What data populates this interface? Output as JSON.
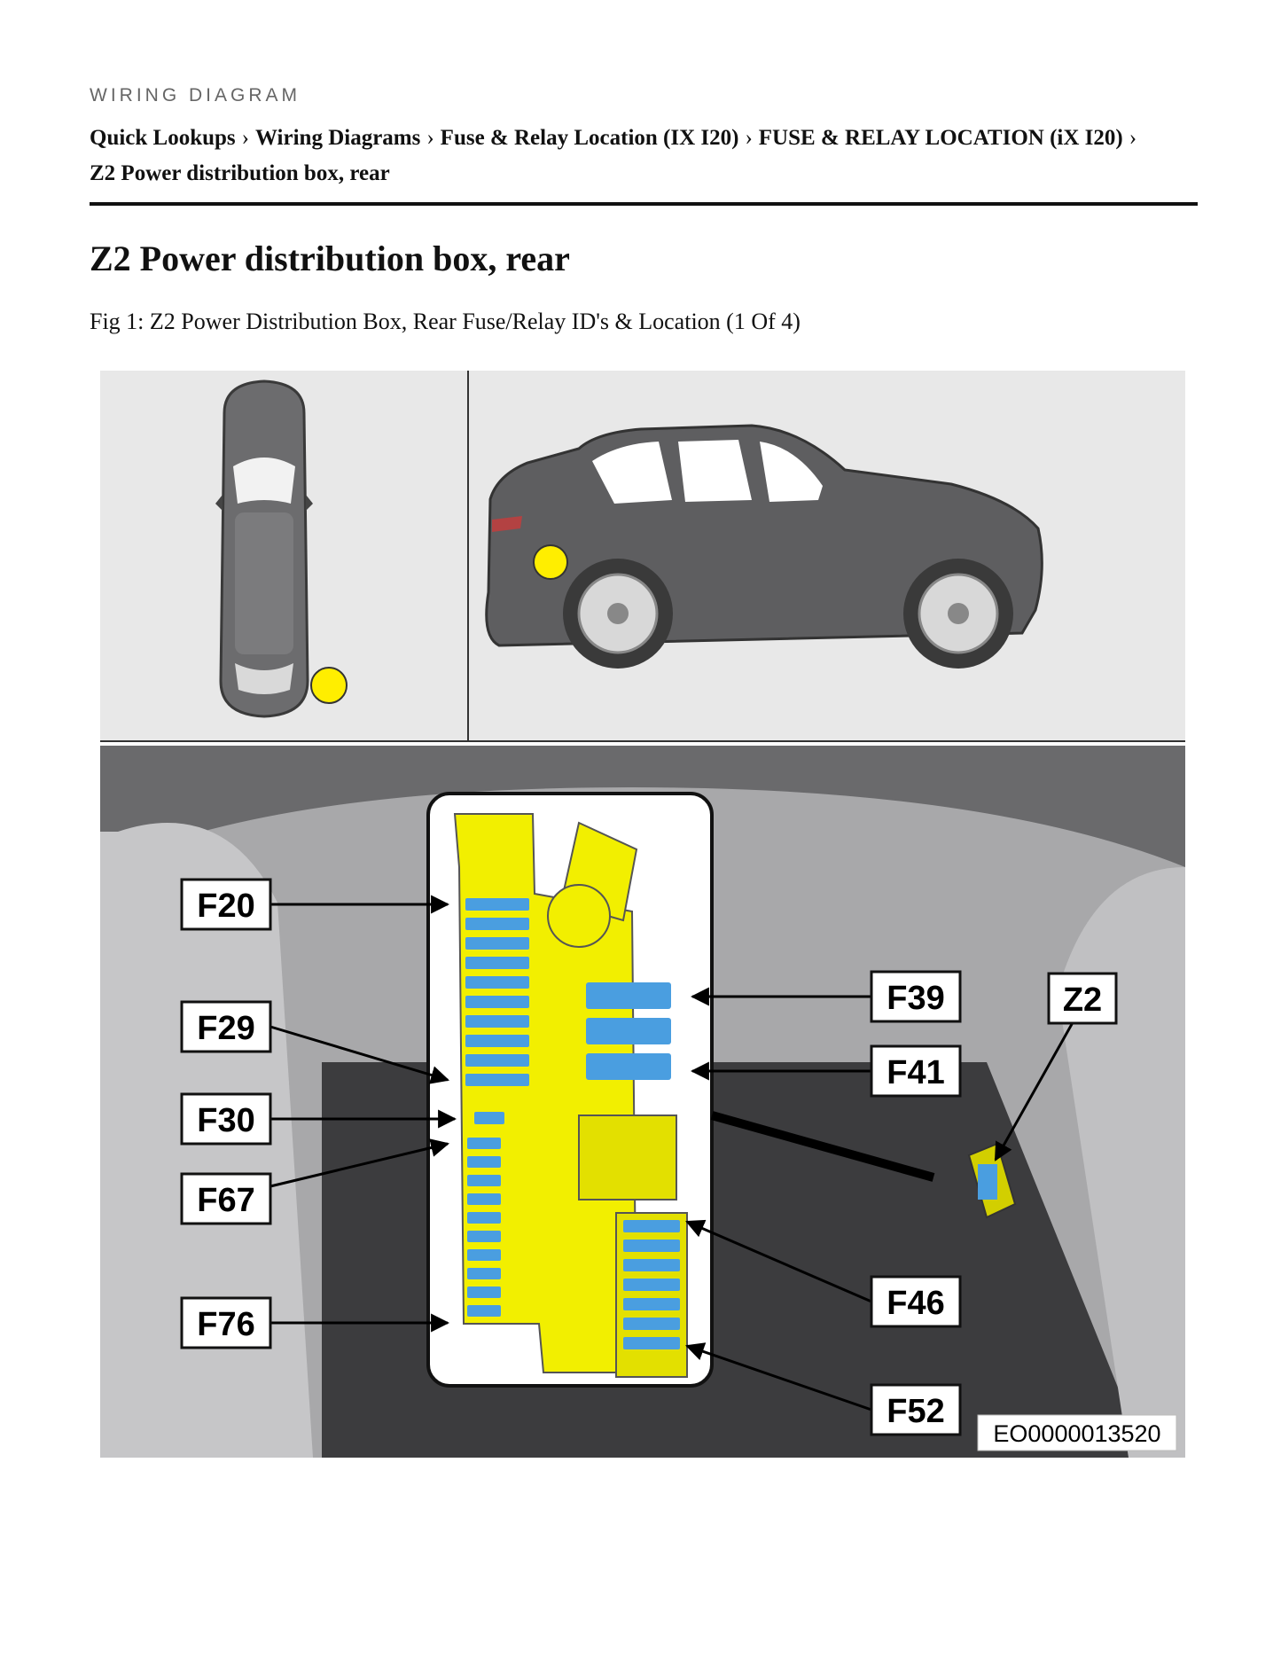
{
  "header": {
    "eyebrow": "WIRING DIAGRAM",
    "breadcrumb": [
      "Quick Lookups",
      "Wiring Diagrams",
      "Fuse & Relay Location (IX I20)",
      "FUSE & RELAY LOCATION (iX I20)",
      "Z2 Power distribution box, rear"
    ],
    "separator": "›"
  },
  "page": {
    "title": "Z2 Power distribution box, rear",
    "caption": "Fig 1: Z2 Power Distribution Box, Rear Fuse/Relay ID's & Location (1 Of 4)"
  },
  "figure": {
    "callouts": {
      "f20": "F20",
      "f29": "F29",
      "f30": "F30",
      "f67": "F67",
      "f76": "F76",
      "f39": "F39",
      "f41": "F41",
      "z2": "Z2",
      "f46": "F46",
      "f52": "F52"
    },
    "image_code": "EO0000013520",
    "colors": {
      "fuse_box": "#f2ef00",
      "fuses": "#4a9ee0",
      "marker": "#ffee00",
      "panel_bg": "#e8e8e8"
    }
  }
}
